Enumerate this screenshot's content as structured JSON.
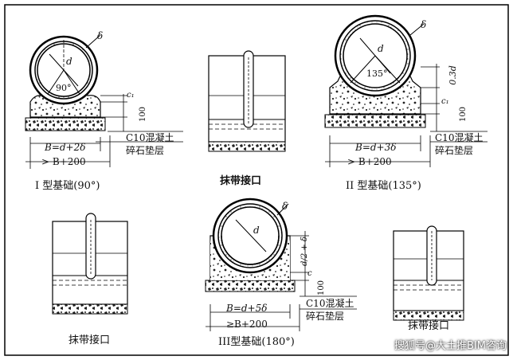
{
  "labels": {
    "d": "d",
    "delta": "δ",
    "c1": "c₁",
    "c1_plain": "c",
    "dim_100": "100",
    "angle_90": "90°",
    "angle_135": "135°",
    "angle_180_dim": "d/2 + δ",
    "dim_03d": "0.3d",
    "concrete": "C10混凝土",
    "gravel": "碎石垫层",
    "B_type1": "B=d+2δ",
    "B_type2": "B=d+3δ",
    "B_type3": "B=d+5δ",
    "B_min": "> B+200",
    "B_min3": "≥B+200"
  },
  "captions": {
    "type1": "I 型基础(90°)",
    "joint1": "抹带接口",
    "type2": "II 型基础(135°)",
    "joint2": "抹带接口",
    "type3": "III型基础(180°)",
    "joint3": "抹带接口"
  },
  "watermark": "搜狐号@大土推BIM咨询"
}
